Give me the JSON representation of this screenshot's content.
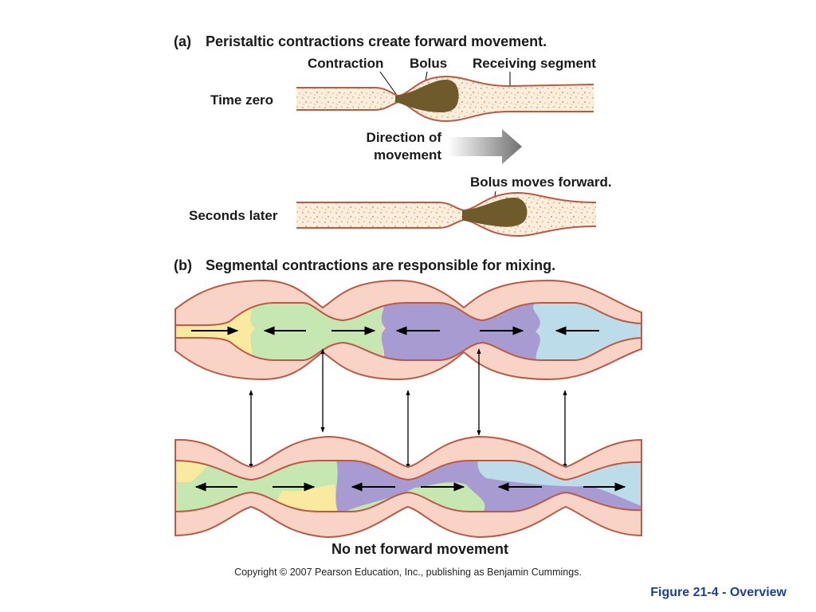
{
  "panel_a": {
    "title_letter": "(a)",
    "title": "Peristaltic contractions create forward movement.",
    "label_contraction": "Contraction",
    "label_bolus": "Bolus",
    "label_receiving": "Receiving segment",
    "label_time_zero": "Time zero",
    "label_direction_1": "Direction of",
    "label_direction_2": "movement",
    "label_moves_forward": "Bolus moves forward.",
    "label_seconds_later": "Seconds later"
  },
  "panel_b": {
    "title_letter": "(b)",
    "title": "Segmental contractions are responsible for mixing.",
    "caption": "No net forward movement"
  },
  "colors": {
    "wall": "#f9d3c6",
    "wall_stroke": "#b85a45",
    "lumen": "#fbeedd",
    "speckle": "#d9a877",
    "bolus": "#6e5a2a",
    "yellow": "#f9eaa0",
    "green": "#c6e6b2",
    "purple": "#a89bd2",
    "blue": "#bcdcea",
    "figref": "#1f3f8f"
  },
  "footer": {
    "copyright": "Copyright © 2007 Pearson Education, Inc., publishing as Benjamin Cummings.",
    "figure_ref": "Figure 21-4 - Overview"
  }
}
